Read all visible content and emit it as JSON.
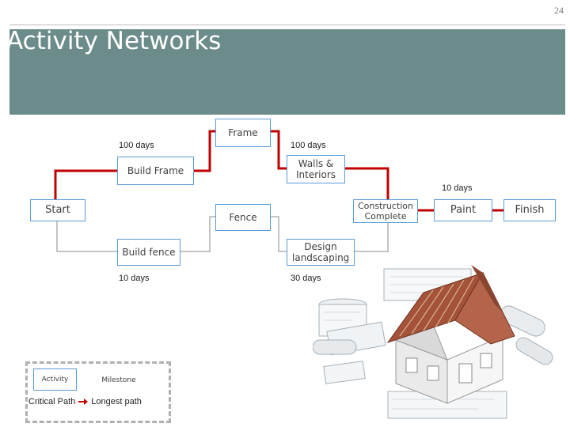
{
  "page_number": "24",
  "title": "Activity Networks",
  "nodes": {
    "frame": "Frame",
    "build_frame": "Build Frame",
    "walls_interiors": "Walls & Interiors",
    "start": "Start",
    "fence": "Fence",
    "construction_complete": "Construction Complete",
    "paint": "Paint",
    "finish": "Finish",
    "build_fence": "Build fence",
    "design_landscaping": "Design landscaping"
  },
  "durations": {
    "build_frame": "100 days",
    "walls_interiors": "100 days",
    "paint": "10 days",
    "build_fence": "10 days",
    "design_landscaping": "30 days"
  },
  "legend": {
    "activity": "Activity",
    "milestone": "Milestone",
    "critical_path": "Critical Path",
    "longest_path": "Longest path"
  },
  "colors": {
    "critical_path": "#c00000",
    "normal_path": "#8a8a8a",
    "node_border": "#5b9bd5",
    "title_bar": "#6b8c8a"
  }
}
